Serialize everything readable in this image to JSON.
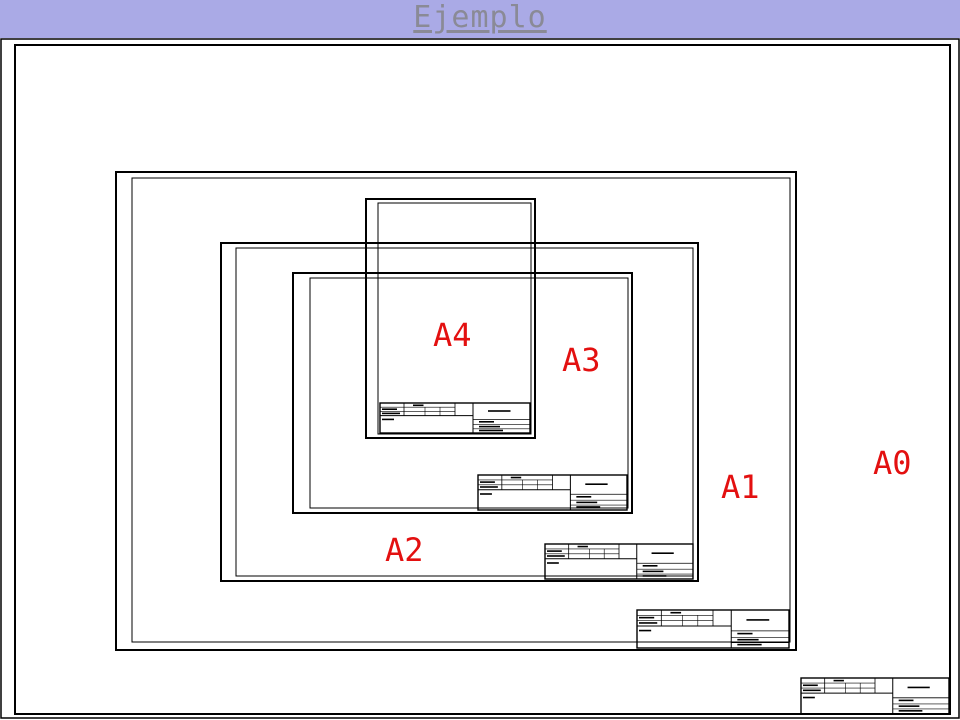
{
  "title": "Ejemplo",
  "sheets": [
    {
      "label": "A0"
    },
    {
      "label": "A1"
    },
    {
      "label": "A2"
    },
    {
      "label": "A3"
    },
    {
      "label": "A4"
    }
  ],
  "colors": {
    "header_bg": "#aaaae6",
    "title": "#8a8a96",
    "label": "#e31010",
    "line": "#000000"
  }
}
